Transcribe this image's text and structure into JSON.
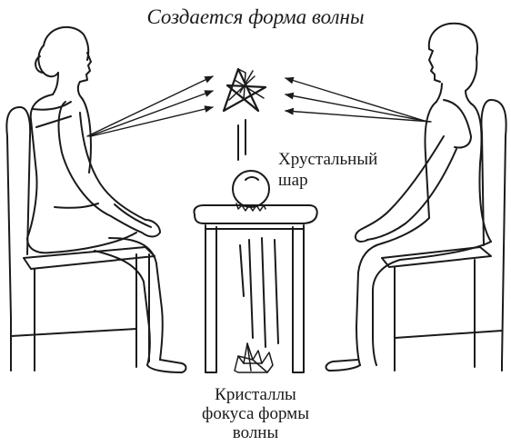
{
  "title": "Создается форма волны",
  "labels": {
    "crystal_ball": [
      "Хрустальный",
      "шар"
    ],
    "crystals": [
      "Кристаллы",
      "фокуса формы",
      "волны"
    ]
  },
  "colors": {
    "ink": "#1a1a1a",
    "background": "#ffffff"
  }
}
